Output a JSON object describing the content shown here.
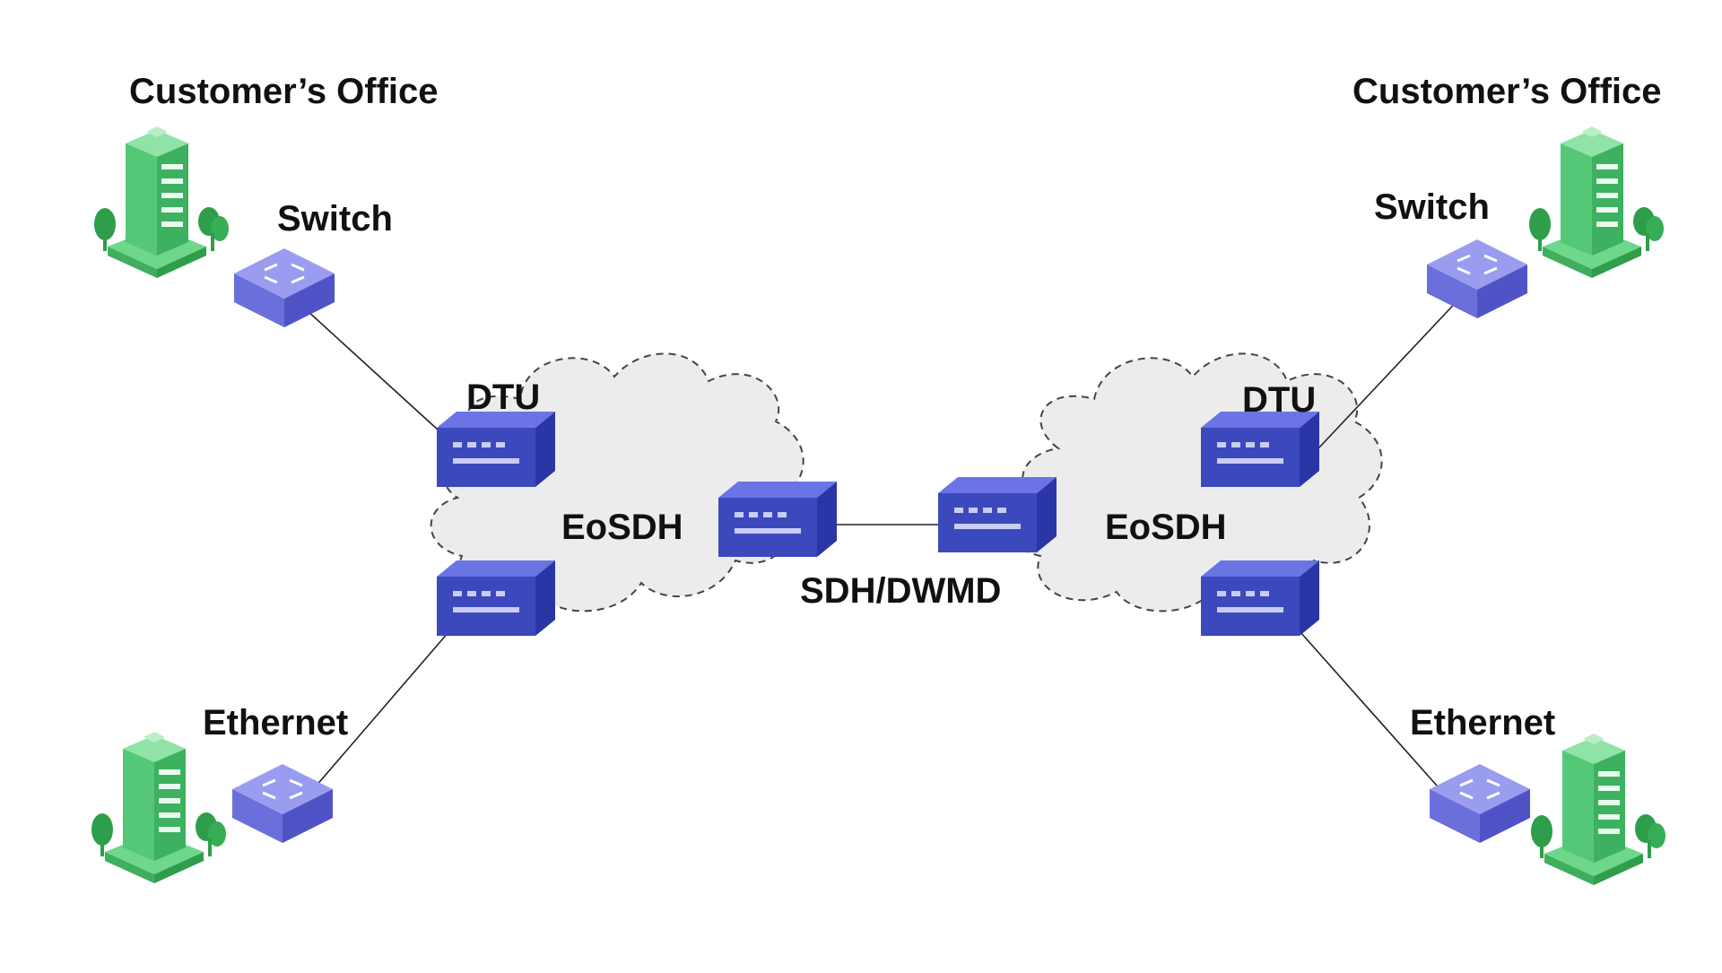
{
  "diagram": {
    "labels": {
      "office_left": "Customer’s Office",
      "office_right": "Customer’s Office",
      "switch_left": "Switch",
      "switch_right": "Switch",
      "dtu_left": "DTU",
      "dtu_right": "DTU",
      "cloud_left": "EoSDH",
      "cloud_right": "EoSDH",
      "link_center": "SDH/DWMD",
      "ethernet_left": "Ethernet",
      "ethernet_right": "Ethernet"
    },
    "colors": {
      "building": "#4cc46b",
      "switch": "#6c6fe0",
      "dtu": "#3a47b8",
      "cloud_fill": "#ececec",
      "cloud_stroke": "#444444",
      "link": "#222222"
    }
  }
}
